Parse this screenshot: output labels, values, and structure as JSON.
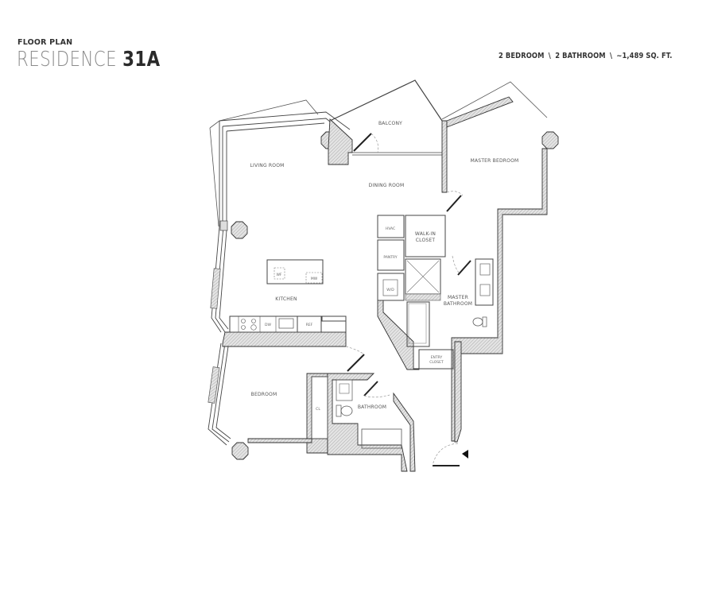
{
  "header": {
    "eyebrow": "FLOOR PLAN",
    "title_prefix": "RESIDENCE",
    "title_unit": "31A",
    "summary": {
      "bedrooms": "2 BEDROOM",
      "bathrooms": "2 BATHROOM",
      "area": "~1,489 SQ. FT.",
      "separator": "\\"
    }
  },
  "rooms": {
    "living_room": "LIVING ROOM",
    "dining_room": "DINING ROOM",
    "balcony": "BALCONY",
    "master_bedroom": "MASTER BEDROOM",
    "kitchen": "KITCHEN",
    "hvac": "HVAC",
    "pantry": "PANTRY",
    "wd": "W/D",
    "walk_in_closet_line1": "WALK-IN",
    "walk_in_closet_line2": "CLOSET",
    "master_bathroom_line1": "MASTER",
    "master_bathroom_line2": "BATHROOM",
    "entry_closet_line1": "ENTRY",
    "entry_closet_line2": "CLOSET",
    "bedroom": "BEDROOM",
    "closet": "CL",
    "bathroom": "BATHROOM"
  },
  "fixtures": {
    "wine_fridge": "WF",
    "microwave": "MW",
    "dishwasher": "DW",
    "refrigerator": "REF"
  },
  "colors": {
    "wall_line": "#333333",
    "hatch": "#b5b5b5",
    "text_dark": "#333333",
    "text_light": "#8a8a8a"
  }
}
